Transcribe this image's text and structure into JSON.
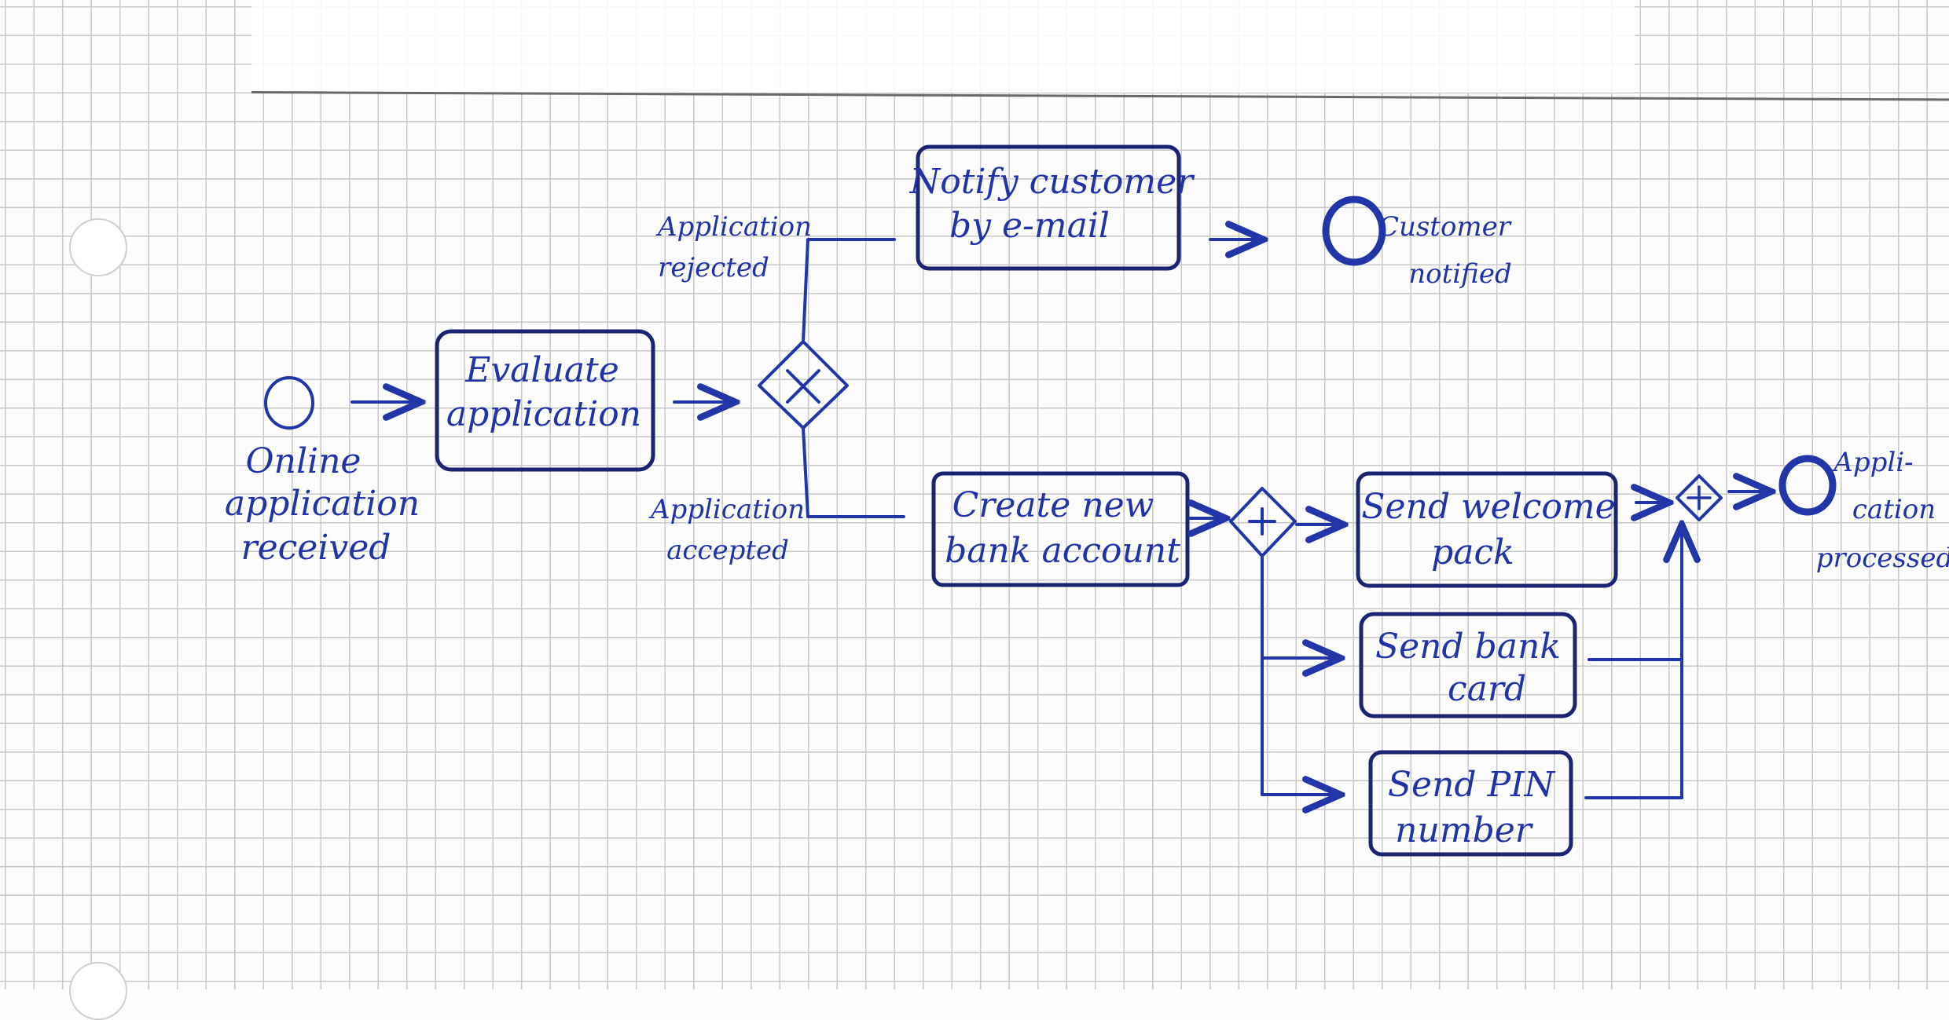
{
  "diagram": {
    "start_event": {
      "label_line1": "Online",
      "label_line2": "application",
      "label_line3": "received"
    },
    "task_evaluate": {
      "line1": "Evaluate",
      "line2": "application"
    },
    "gateway_decision": {
      "symbol": "X"
    },
    "flow_rejected": {
      "line1": "Application",
      "line2": "rejected"
    },
    "flow_accepted": {
      "line1": "Application",
      "line2": "accepted"
    },
    "task_notify": {
      "line1": "Notify customer",
      "line2": "by e-mail"
    },
    "end_notified": {
      "label_line1": "Customer",
      "label_line2": "notified"
    },
    "task_create_account": {
      "line1": "Create new",
      "line2": "bank account"
    },
    "gateway_split": {
      "symbol": "+"
    },
    "task_welcome": {
      "line1": "Send welcome",
      "line2": "pack"
    },
    "task_card": {
      "line1": "Send bank",
      "line2": "card"
    },
    "task_pin": {
      "line1": "Send PIN",
      "line2": "number"
    },
    "gateway_join": {
      "symbol": "+"
    },
    "end_processed": {
      "label_line1": "Appli-",
      "label_line2": "cation",
      "label_line3": "processed"
    }
  },
  "colors": {
    "ink": "#2236a8",
    "ink_dark": "#1a2470",
    "grid": "#c9c9c9",
    "paper": "#fcfcfc"
  }
}
